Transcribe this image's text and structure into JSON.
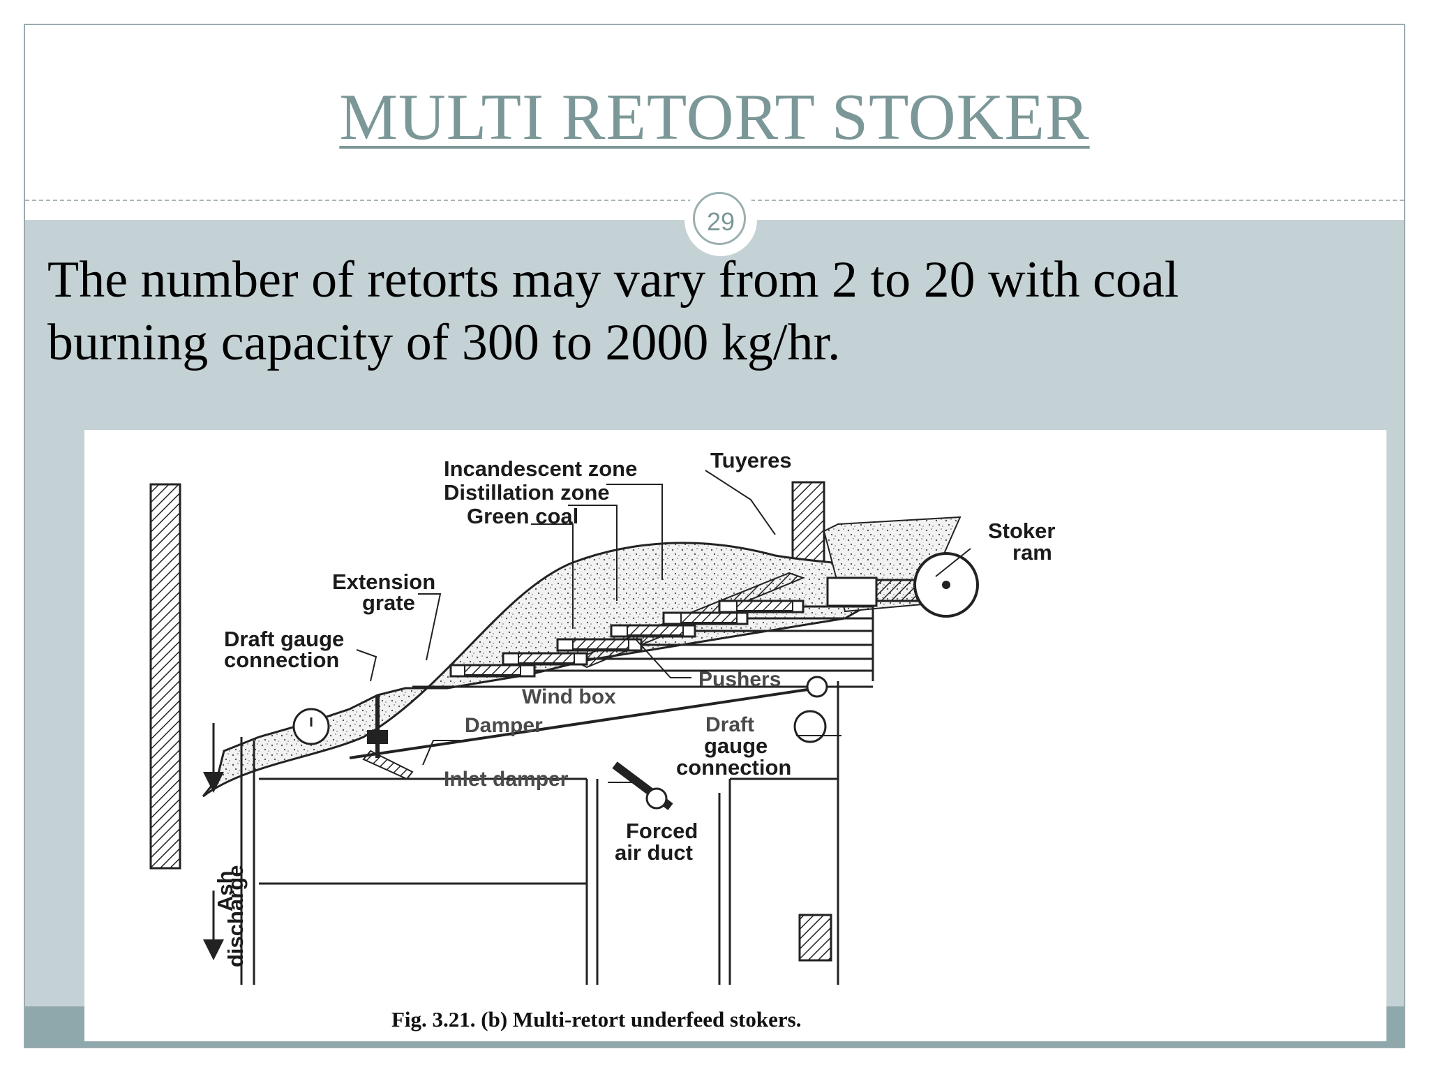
{
  "slide": {
    "title": "MULTI RETORT STOKER",
    "page_number": "29",
    "text_line1": "The number of retorts may vary from 2 to 20 with coal",
    "text_line2": "burning capacity  of  300 to 2000 kg/hr."
  },
  "diagram": {
    "labels": {
      "incandescent": "Incandescent zone",
      "distillation": "Distillation zone",
      "green_coal": "Green coal",
      "tuyeres": "Tuyeres",
      "stoker1": "Stoker",
      "stoker2": "ram",
      "extension1": "Extension",
      "extension2": "grate",
      "draft_left1": "Draft gauge",
      "draft_left2": "connection",
      "pushers": "Pushers",
      "wind_box": "Wind box",
      "damper": "Damper",
      "draft_right1": "Draft",
      "draft_right2": "gauge",
      "draft_right3": "connection",
      "inlet_damper": "Inlet damper",
      "forced1": "Forced",
      "forced2": "air duct",
      "ash1": "Ash",
      "ash2": "discharge"
    },
    "caption": "Fig. 3.21. (b) Multi-retort underfeed stokers."
  },
  "colors": {
    "title": "#7b9797",
    "body_bg": "#c5d2d5",
    "bottom_band": "#8fa8ab"
  }
}
